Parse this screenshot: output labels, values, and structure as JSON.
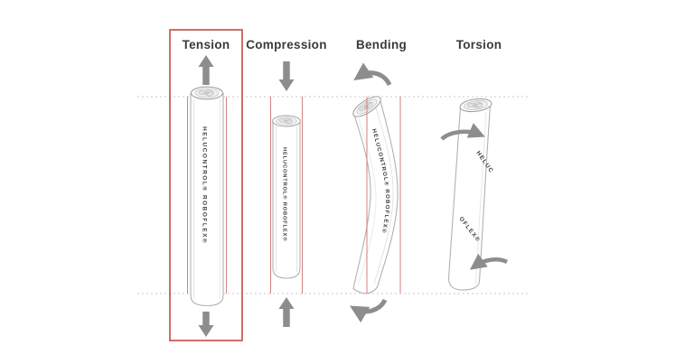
{
  "diagram": {
    "description": "Cable load types diagram",
    "columns": [
      {
        "label": "Tension",
        "cable_text": "HELUCONTROL® ROBOFLEX®",
        "highlighted": true,
        "arrows": [
          "straight-up-top",
          "straight-down-bottom"
        ]
      },
      {
        "label": "Compression",
        "cable_text": "HELUCONTROL® ROBOFLEX®",
        "highlighted": false,
        "arrows": [
          "straight-down-top",
          "straight-up-bottom"
        ]
      },
      {
        "label": "Bending",
        "cable_text": "HELUCONTROL® ROBOFLEX®",
        "highlighted": false,
        "arrows": [
          "curved-left-top",
          "curved-left-bottom"
        ]
      },
      {
        "label": "Torsion",
        "cable_text_fragments": [
          "HELUC",
          "OFLEX®"
        ],
        "highlighted": false,
        "arrows": [
          "rotate-right-top",
          "rotate-left-bottom"
        ]
      }
    ],
    "colors": {
      "highlight_red": "#c34a44",
      "reference_red": "#d2837e",
      "arrow_gray": "#8d8d8d",
      "cable_outline": "#b2b2b2",
      "label_color": "#3a3a39",
      "dotted_line": "#c9c9c9"
    }
  }
}
